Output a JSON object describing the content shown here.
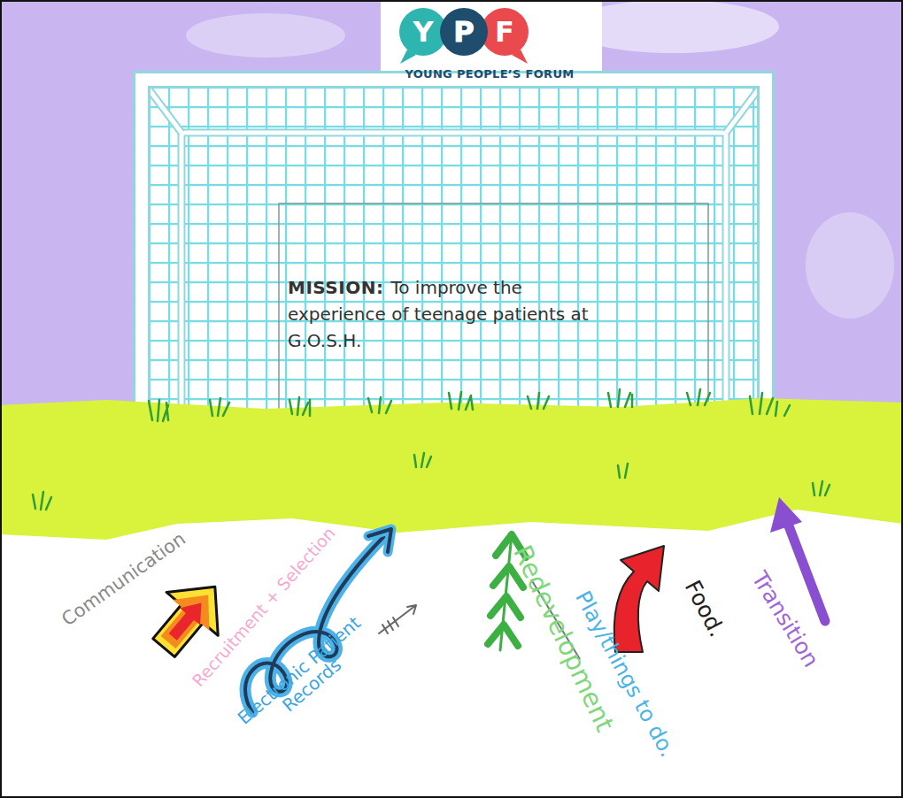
{
  "diagram": {
    "title": "YOUNG PEOPLE’S FORUM",
    "nodes": [
      {
        "text": [
          "Y"
        ]
      },
      {
        "text": [
          "P"
        ]
      },
      {
        "text": [
          "F"
        ]
      },
      {
        "text": [
          "MISSION:",
          "To improve the experience of teenage patients at G.O.S.H."
        ]
      }
    ],
    "labels": [
      "Communication",
      "Recruitment + Selection",
      "Electronic Patient Records",
      "Redevelopment",
      "Play/things to do.",
      "Food.",
      "Transition"
    ]
  }
}
